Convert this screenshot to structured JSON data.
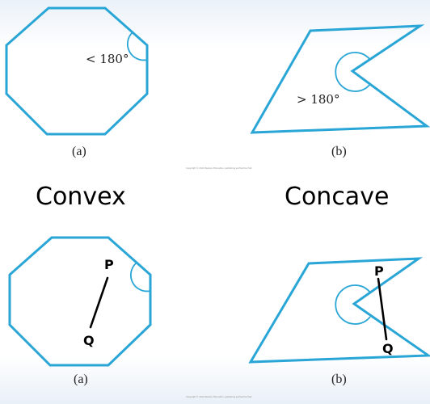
{
  "top_row": {
    "left": {
      "angle_text": "< 180°",
      "caption": "(a)"
    },
    "right": {
      "angle_text": "> 180°",
      "caption": "(b)"
    },
    "copyright": "Copyright © 2011 Pearson Education, publishing as Prentice Hall"
  },
  "headings": {
    "convex": "Convex",
    "concave": "Concave"
  },
  "bottom_row": {
    "left": {
      "point_p": "P",
      "point_q": "Q",
      "caption": "(a)"
    },
    "right": {
      "point_p": "P",
      "point_q": "Q",
      "caption": "(b)"
    },
    "copyright": "Copyright © 2011 Pearson Education, publishing as Prentice Hall"
  },
  "colors": {
    "shape_stroke": "#2aa6d6",
    "segment": "#000000"
  }
}
